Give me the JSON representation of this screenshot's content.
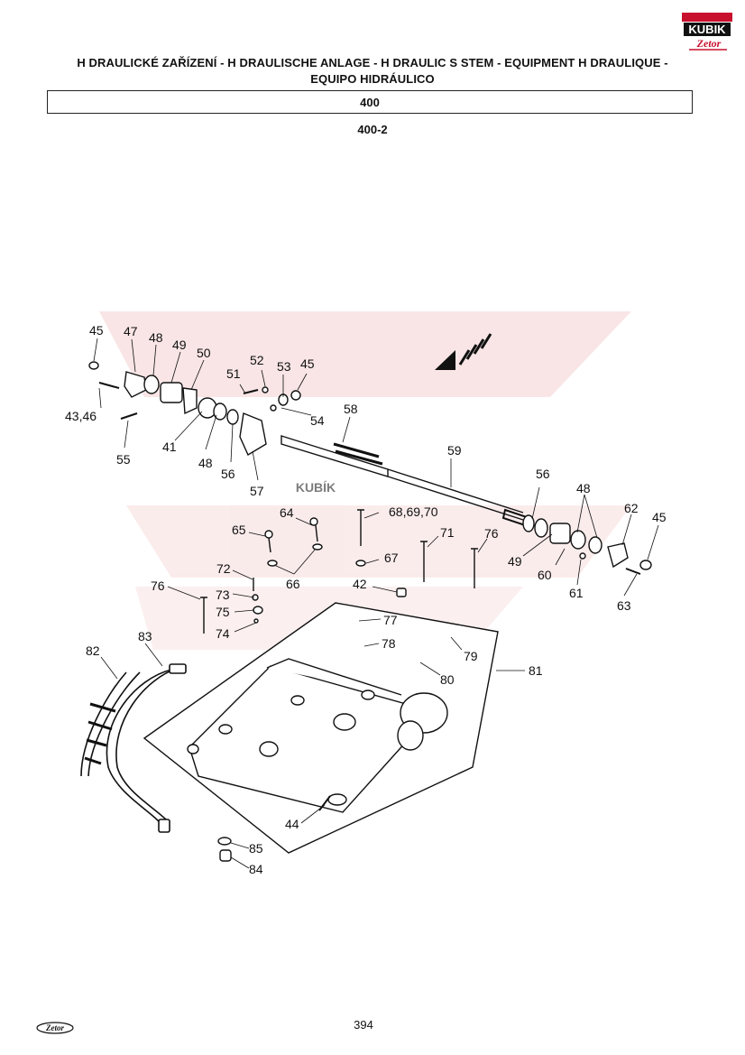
{
  "header": {
    "title_line1": "H  DRAULICKÉ ZAŘÍZENÍ - H  DRAULISCHE ANLAGE - H  DRAULIC S  STEM - EQUIPMENT H  DRAULIQUE -",
    "title_line2": "EQUIPO HIDRÁULICO",
    "section": "400",
    "subsection": "400-2"
  },
  "logo": {
    "text": "KUBIK",
    "brand": "Zetor",
    "accent": "#c8102e"
  },
  "watermark": {
    "text": "KUBÍK",
    "color": "#f7c9c9"
  },
  "callouts": [
    "45",
    "47",
    "48",
    "49",
    "50",
    "43,46",
    "52",
    "53",
    "45",
    "51",
    "54",
    "41",
    "48",
    "55",
    "56",
    "57",
    "58",
    "59",
    "56",
    "48",
    "62",
    "45",
    "49",
    "60",
    "61",
    "63",
    "64",
    "65",
    "68,69,70",
    "71",
    "76",
    "67",
    "66",
    "72",
    "42",
    "73",
    "75",
    "77",
    "76",
    "74",
    "78",
    "83",
    "82",
    "79",
    "80",
    "81",
    "44",
    "85",
    "84"
  ],
  "footer": {
    "page_number": "394",
    "brand": "Zetor"
  }
}
